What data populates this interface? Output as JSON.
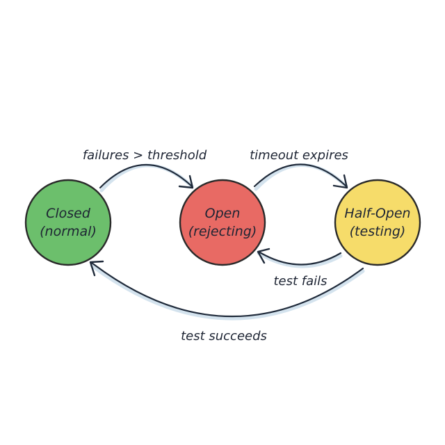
{
  "diagram": {
    "nodes": [
      {
        "id": "closed",
        "line1": "Closed",
        "line2": "(normal)",
        "color": "#6cbf6c"
      },
      {
        "id": "open",
        "line1": "Open",
        "line2": "(rejecting)",
        "color": "#e86a64"
      },
      {
        "id": "half_open",
        "line1": "Half-Open",
        "line2": "(testing)",
        "color": "#f6dc6a"
      }
    ],
    "edges": [
      {
        "from": "closed",
        "to": "open",
        "label": "failures > threshold"
      },
      {
        "from": "open",
        "to": "half_open",
        "label": "timeout expires"
      },
      {
        "from": "half_open",
        "to": "open",
        "label": "test fails"
      },
      {
        "from": "half_open",
        "to": "closed",
        "label": "test succeeds"
      }
    ]
  }
}
